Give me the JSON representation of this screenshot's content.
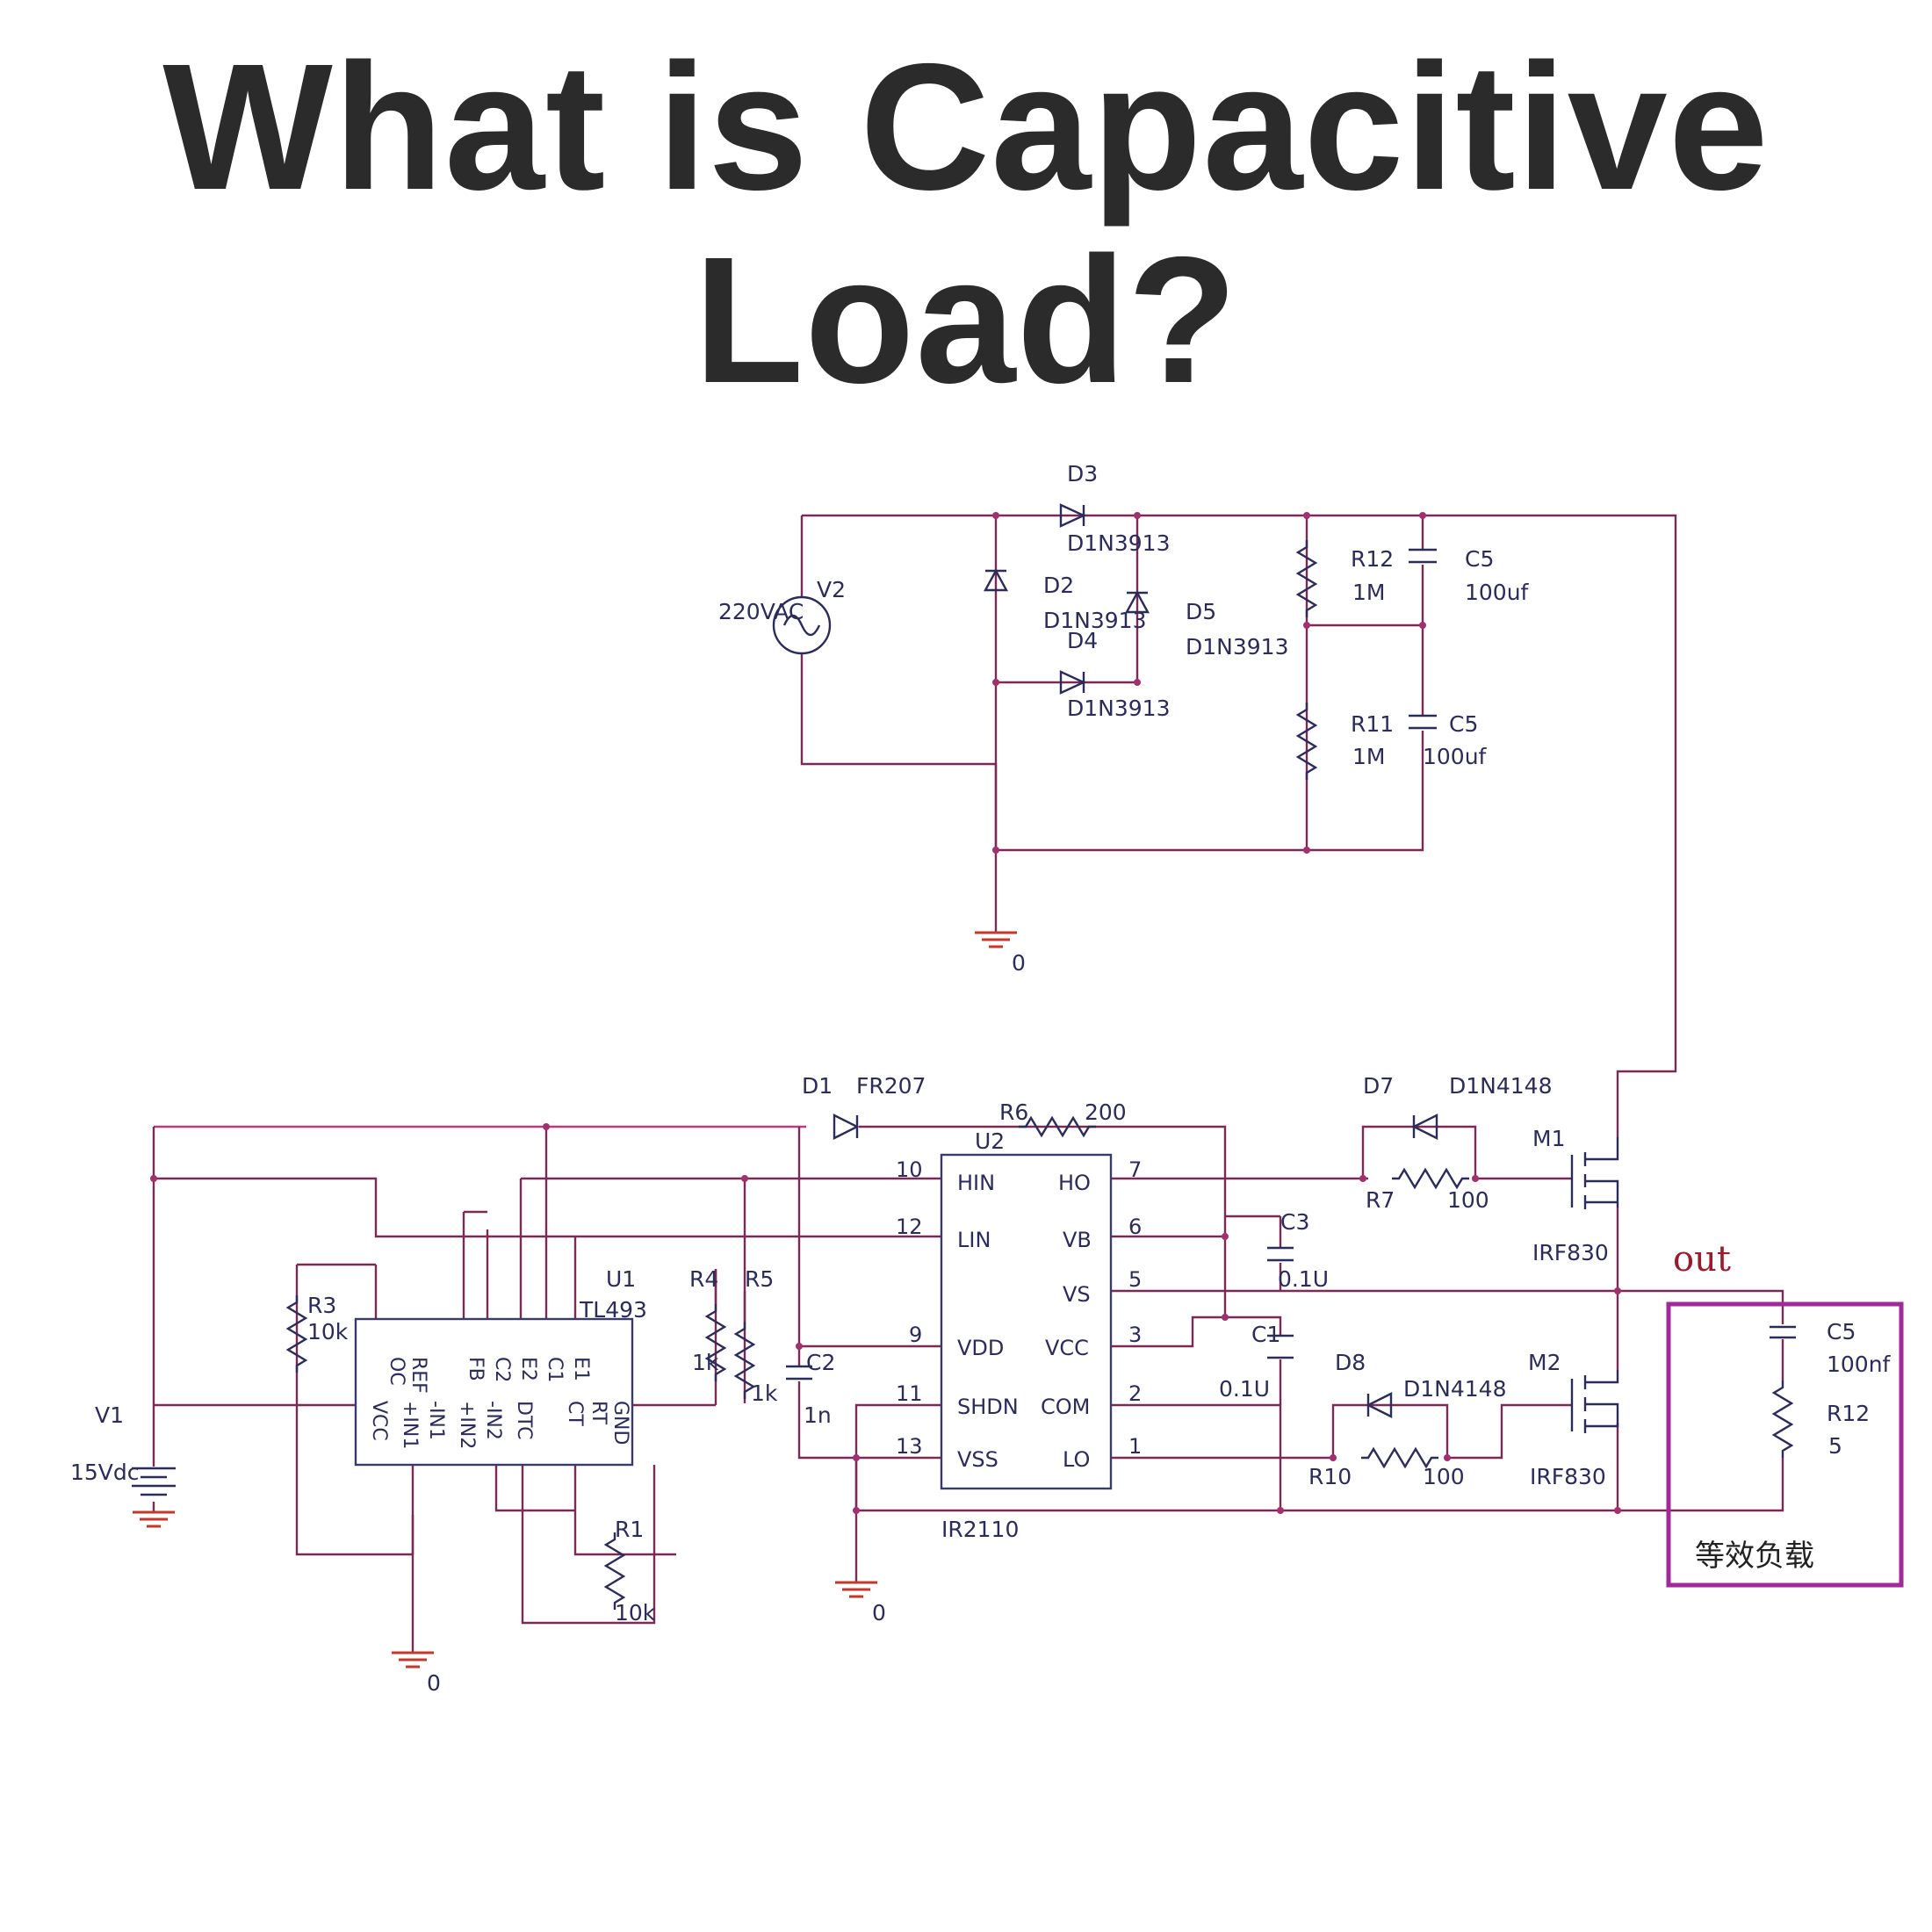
{
  "title": {
    "line1": "What is Capacitive",
    "line2": "Load?"
  },
  "schematic": {
    "source_v2": {
      "name": "V2",
      "value": "220VAC"
    },
    "source_v1": {
      "name": "V1",
      "value": "15Vdc"
    },
    "diodes": {
      "d3": {
        "name": "D3",
        "part": "D1N3913"
      },
      "d2": {
        "name": "D2",
        "part": "D1N3913"
      },
      "d4": {
        "name": "D4",
        "part": "D1N3913"
      },
      "d5": {
        "name": "D5",
        "part": "D1N3913"
      },
      "d1": {
        "name": "D1",
        "part": "FR207"
      },
      "d7": {
        "name": "D7",
        "part": "D1N4148"
      },
      "d8": {
        "name": "D8",
        "part": "D1N4148"
      }
    },
    "resistors": {
      "r12_top": {
        "name": "R12",
        "value": "1M"
      },
      "r11": {
        "name": "R11",
        "value": "1M"
      },
      "r6": {
        "name": "R6",
        "value": "200"
      },
      "r7": {
        "name": "R7",
        "value": "100"
      },
      "r10": {
        "name": "R10",
        "value": "100"
      },
      "r3": {
        "name": "R3",
        "value": "10k"
      },
      "r4": {
        "name": "R4",
        "value": "1k"
      },
      "r5": {
        "name": "R5",
        "value": "1k"
      },
      "r1": {
        "name": "R1",
        "value": "10k"
      },
      "r12_load": {
        "name": "R12",
        "value": "5"
      }
    },
    "capacitors": {
      "c5_top": {
        "name": "C5",
        "value": "100uf"
      },
      "c5_mid": {
        "name": "C5",
        "value": "100uf"
      },
      "c3": {
        "name": "C3",
        "value": "0.1U"
      },
      "c1": {
        "name": "C1",
        "value": "0.1U"
      },
      "c2": {
        "name": "C2",
        "value": "1n"
      },
      "c5_load": {
        "name": "C5",
        "value": "100nf"
      }
    },
    "mosfets": {
      "m1": {
        "name": "M1",
        "part": "IRF830"
      },
      "m2": {
        "name": "M2",
        "part": "IRF830"
      }
    },
    "u1": {
      "name": "U1",
      "part": "TL493",
      "pins_top": [
        "OC",
        "REF",
        "FB",
        "C2",
        "E2",
        "C1",
        "E1"
      ],
      "pins_bottom": [
        "VCC",
        "+IN1",
        "-IN1",
        "+IN2",
        "-IN2",
        "DTC",
        "CT",
        "RT",
        "GND"
      ]
    },
    "u2": {
      "name": "U2",
      "part": "IR2110",
      "pins_left": [
        {
          "num": "10",
          "label": "HIN"
        },
        {
          "num": "12",
          "label": "LIN"
        },
        {
          "num": "9",
          "label": "VDD"
        },
        {
          "num": "11",
          "label": "SHDN"
        },
        {
          "num": "13",
          "label": "VSS"
        }
      ],
      "pins_right": [
        {
          "num": "7",
          "label": "HO"
        },
        {
          "num": "6",
          "label": "VB"
        },
        {
          "num": "5",
          "label": "VS"
        },
        {
          "num": "3",
          "label": "VCC"
        },
        {
          "num": "2",
          "label": "COM"
        },
        {
          "num": "1",
          "label": "LO"
        }
      ]
    },
    "ground_label": "0",
    "out_label": "out",
    "load_label": "等效负载"
  },
  "colors": {
    "title": "#2b2b2b",
    "wire": "#7a2a55",
    "wire_highlight": "#b63a86",
    "component": "#2c2c5a",
    "load_box": "#a02a9a",
    "out_text": "#9a1a2e"
  }
}
